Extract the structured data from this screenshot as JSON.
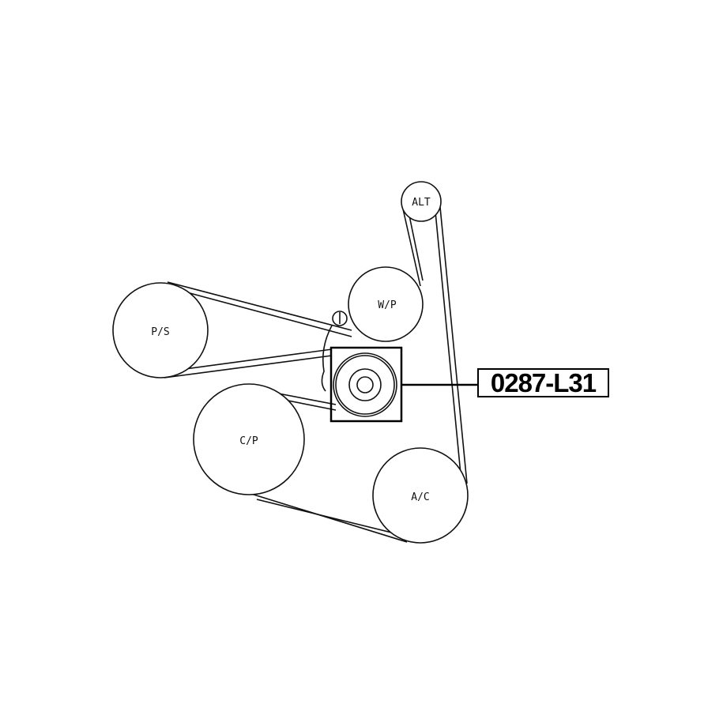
{
  "pulleys": {
    "alt": "ALT",
    "wp": "W/P",
    "ps": "P/S",
    "cp": "C/P",
    "ac": "A/C"
  },
  "part_number": "0287-L31"
}
